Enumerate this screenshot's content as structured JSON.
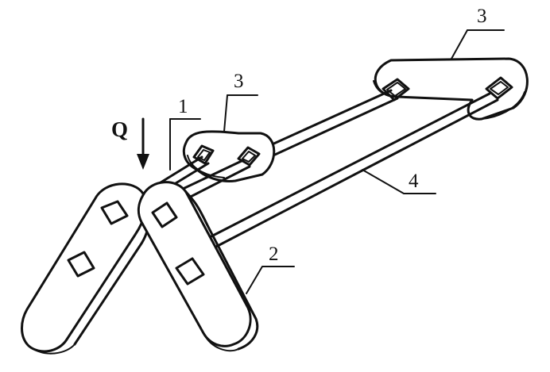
{
  "labels": {
    "load": "Q",
    "part_1": "1",
    "part_2": "2",
    "part_3_front": "3",
    "part_3_rear": "3",
    "part_4": "4"
  }
}
